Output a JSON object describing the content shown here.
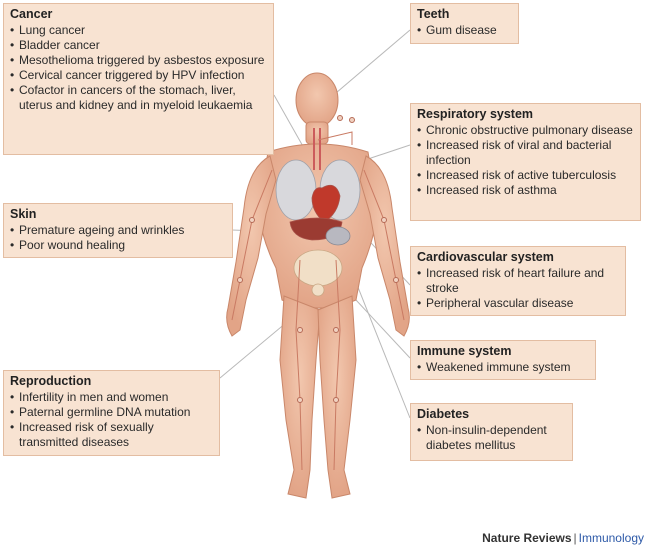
{
  "boxes": {
    "cancer": {
      "title": "Cancer",
      "items": [
        "Lung cancer",
        "Bladder cancer",
        "Mesothelioma triggered by asbestos exposure",
        "Cervical cancer triggered by HPV infection",
        "Cofactor in cancers of the stomach, liver, uterus and kidney and in myeloid leukaemia"
      ]
    },
    "teeth": {
      "title": "Teeth",
      "items": [
        "Gum disease"
      ]
    },
    "respiratory": {
      "title": "Respiratory system",
      "items": [
        "Chronic obstructive pulmonary disease",
        "Increased risk of viral and bacterial infection",
        "Increased risk of active tuberculosis",
        "Increased risk of asthma"
      ]
    },
    "skin": {
      "title": "Skin",
      "items": [
        "Premature ageing and wrinkles",
        "Poor wound healing"
      ]
    },
    "cardiovascular": {
      "title": "Cardiovascular system",
      "items": [
        "Increased risk of heart failure and stroke",
        "Peripheral vascular disease"
      ]
    },
    "immune": {
      "title": "Immune system",
      "items": [
        "Weakened immune system"
      ]
    },
    "reproduction": {
      "title": "Reproduction",
      "items": [
        "Infertility in men and women",
        "Paternal germline DNA mutation",
        "Increased risk of sexually transmitted diseases"
      ]
    },
    "diabetes": {
      "title": "Diabetes",
      "items": [
        "Non-insulin-dependent diabetes mellitus"
      ]
    }
  },
  "credit": {
    "brand": "Nature Reviews",
    "separator": "|",
    "journal": "Immunology"
  },
  "colors": {
    "box_fill": "#f8e3d2",
    "box_border": "#e3bda2",
    "body_skin": "#eab59b",
    "journal_blue": "#2e5aa8"
  }
}
